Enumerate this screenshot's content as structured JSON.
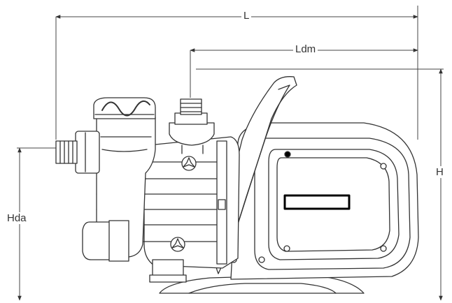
{
  "dimensions": {
    "L": "L",
    "Ldm": "Ldm",
    "H": "H",
    "Hda": "Hda"
  },
  "colors": {
    "line": "#333333",
    "background": "#ffffff",
    "nameplate": "#000000"
  }
}
